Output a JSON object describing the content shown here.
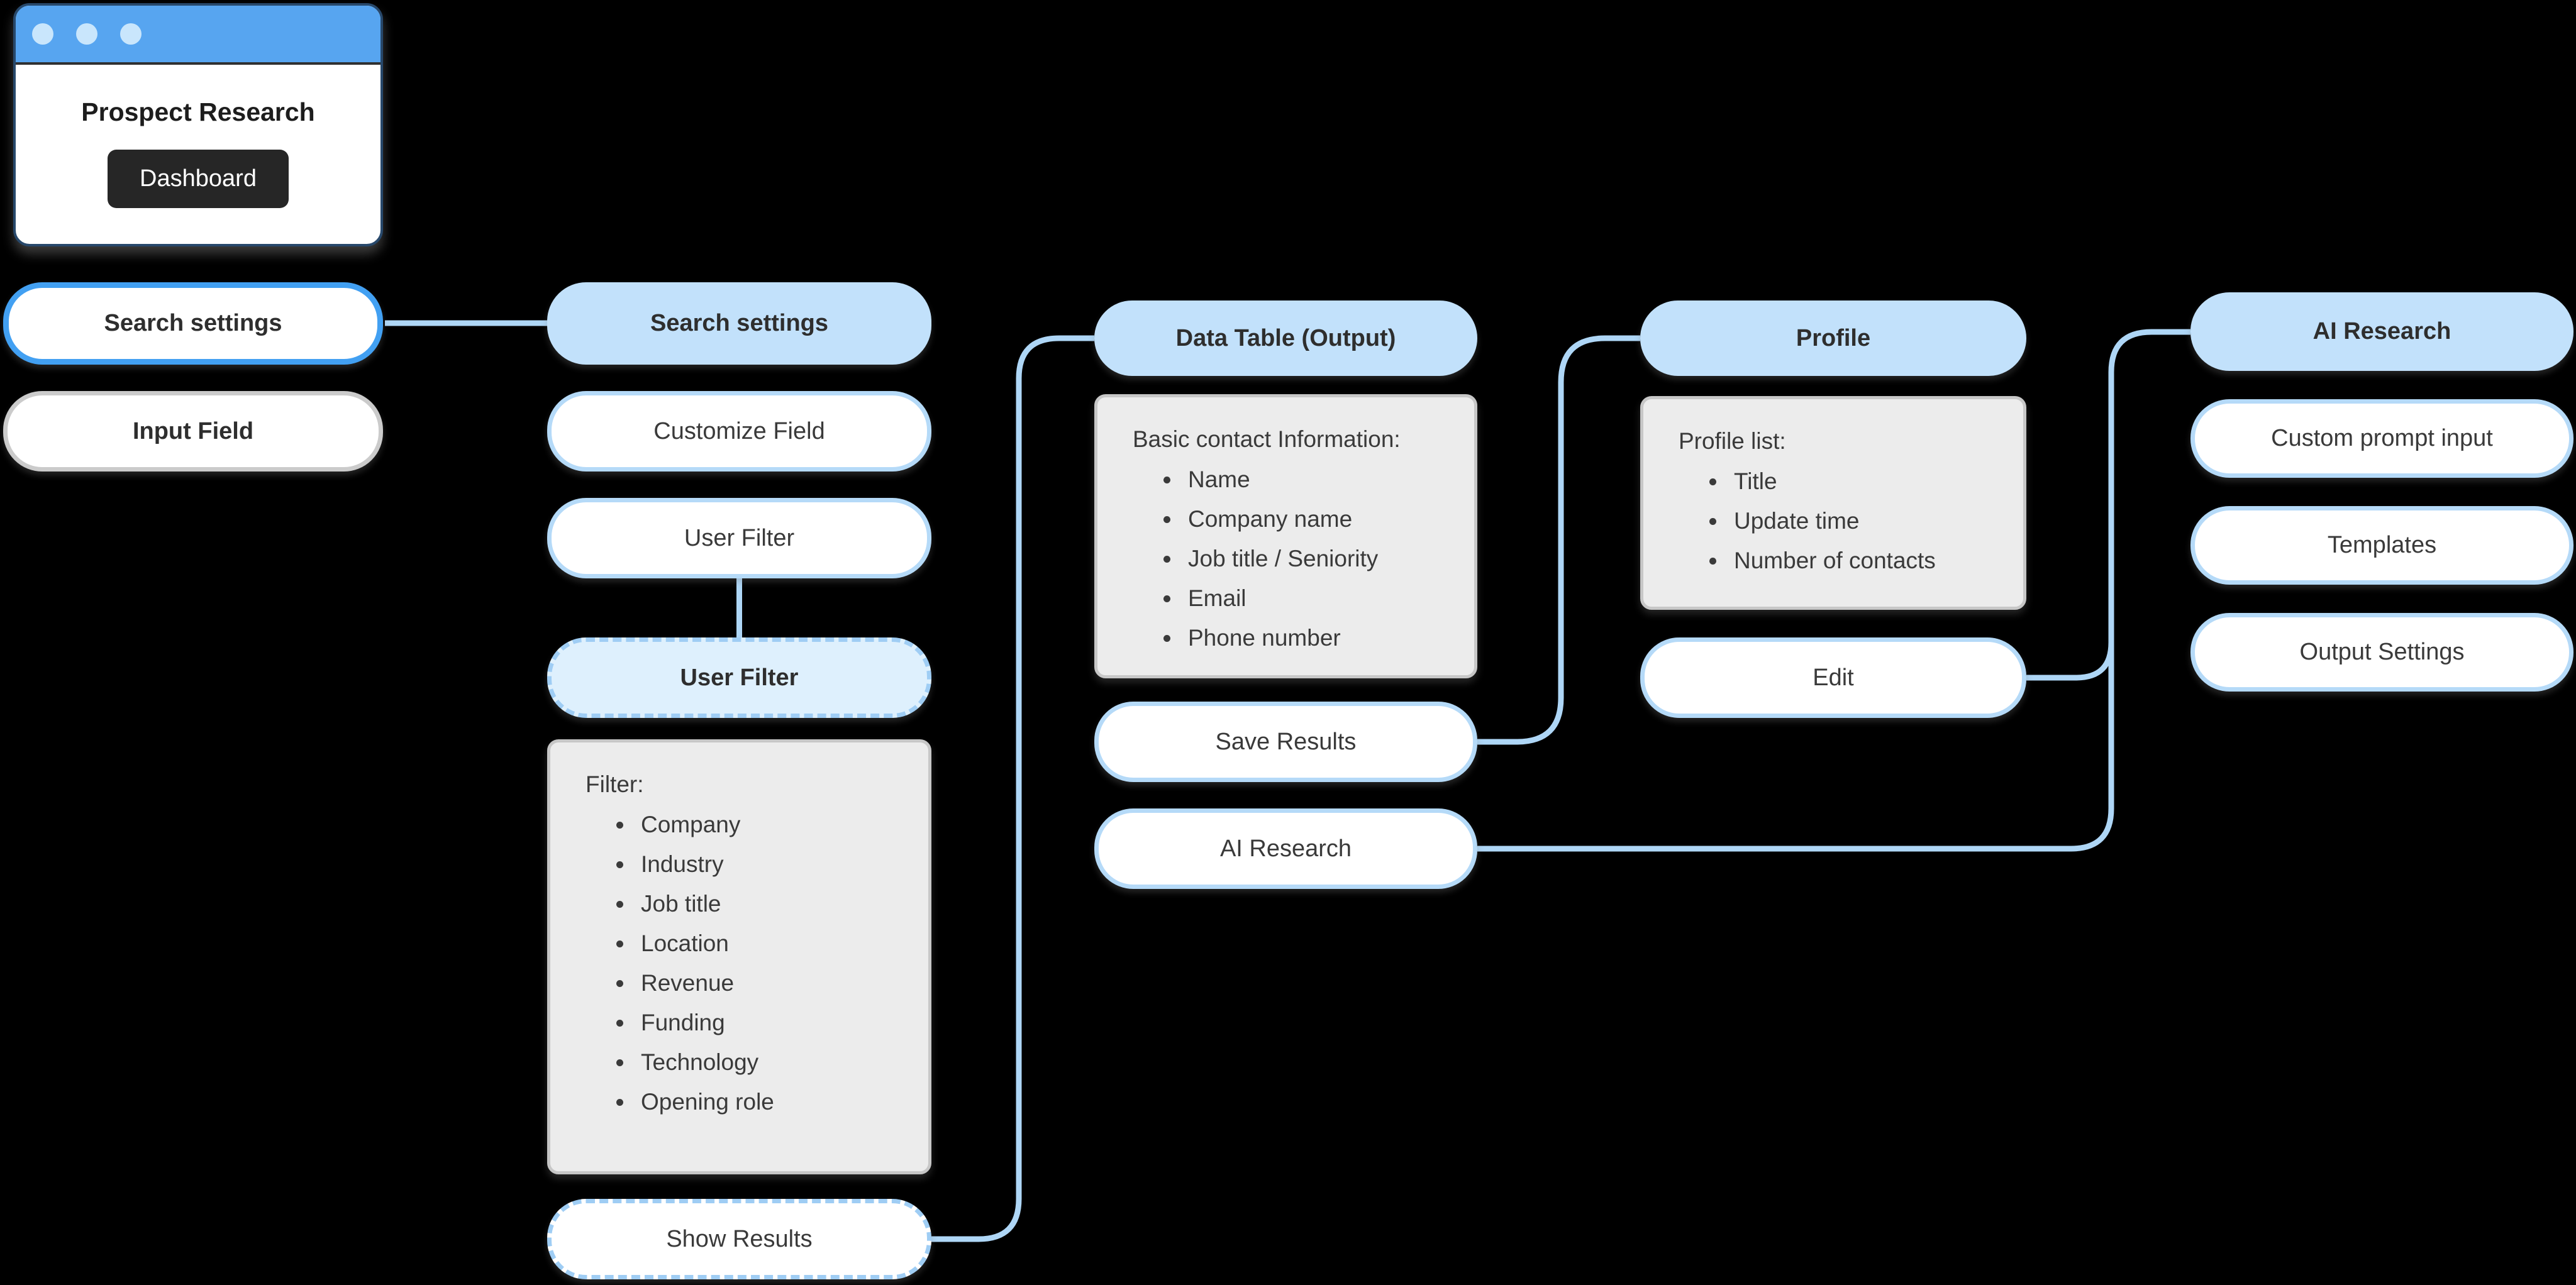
{
  "colors": {
    "background": "#000000",
    "titlebar_blue": "#57a5f0",
    "header_pill_fill": "#c2e1fb",
    "pill_border_blue": "#b5daf8",
    "active_pill_border": "#42a0f2",
    "dashed_pill_fill": "#def0fd",
    "connector_blue": "#aed6f6",
    "panel_gray_fill": "#ececec",
    "panel_gray_border": "#c7c7c7",
    "neutral_pill_border": "#cbcbcb",
    "dark_button": "#262626",
    "text_dark": "#3a3a3a"
  },
  "browser_window": {
    "title": "Prospect Research",
    "button_label": "Dashboard"
  },
  "nav": {
    "search_settings": "Search settings",
    "input_field": "Input Field"
  },
  "search_flow": {
    "header": "Search settings",
    "customize_field": "Customize Field",
    "user_filter": "User Filter",
    "user_filter_active": "User Filter",
    "filter_panel": {
      "title": "Filter:",
      "items": [
        "Company",
        "Industry",
        "Job title",
        "Location",
        "Revenue",
        "Funding",
        "Technology",
        "Opening role"
      ]
    },
    "show_results": "Show Results"
  },
  "data_table_flow": {
    "header": "Data Table (Output)",
    "info_panel": {
      "title": "Basic contact Information:",
      "items": [
        "Name",
        "Company name",
        "Job title / Seniority",
        "Email",
        "Phone number"
      ]
    },
    "save_results": "Save Results",
    "ai_research": "AI Research"
  },
  "profile_flow": {
    "header": "Profile",
    "list_panel": {
      "title": "Profile list:",
      "items": [
        "Title",
        "Update time",
        "Number of contacts"
      ]
    },
    "edit": "Edit"
  },
  "ai_flow": {
    "header": "AI Research",
    "custom_prompt": "Custom prompt input",
    "templates": "Templates",
    "output_settings": "Output Settings"
  }
}
